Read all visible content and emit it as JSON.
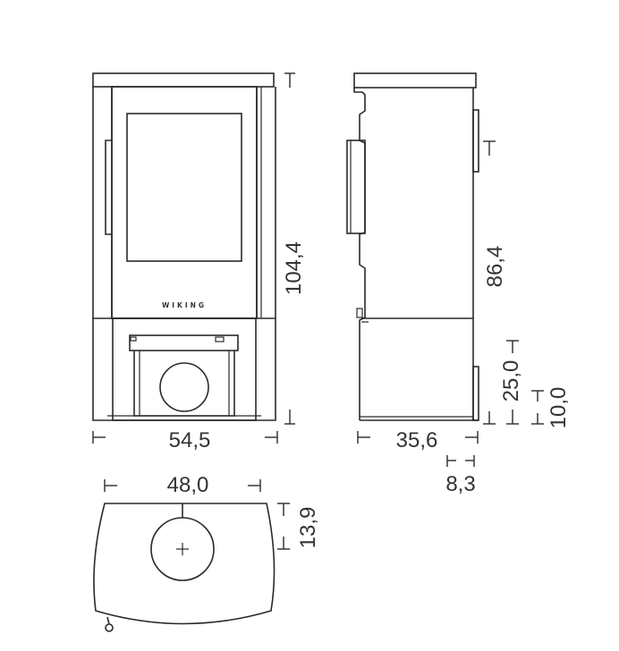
{
  "brand": {
    "logo_text": "WIKING"
  },
  "front_view": {
    "height_label": "104,4",
    "width_label": "54,5"
  },
  "side_view": {
    "height_label": "86,4",
    "depth_label": "35,6",
    "lower_height_label": "25,0",
    "bottom_height_label": "10,0",
    "offset_label": "8,3"
  },
  "top_view": {
    "width_label": "48,0",
    "flue_offset_label": "13,9"
  }
}
